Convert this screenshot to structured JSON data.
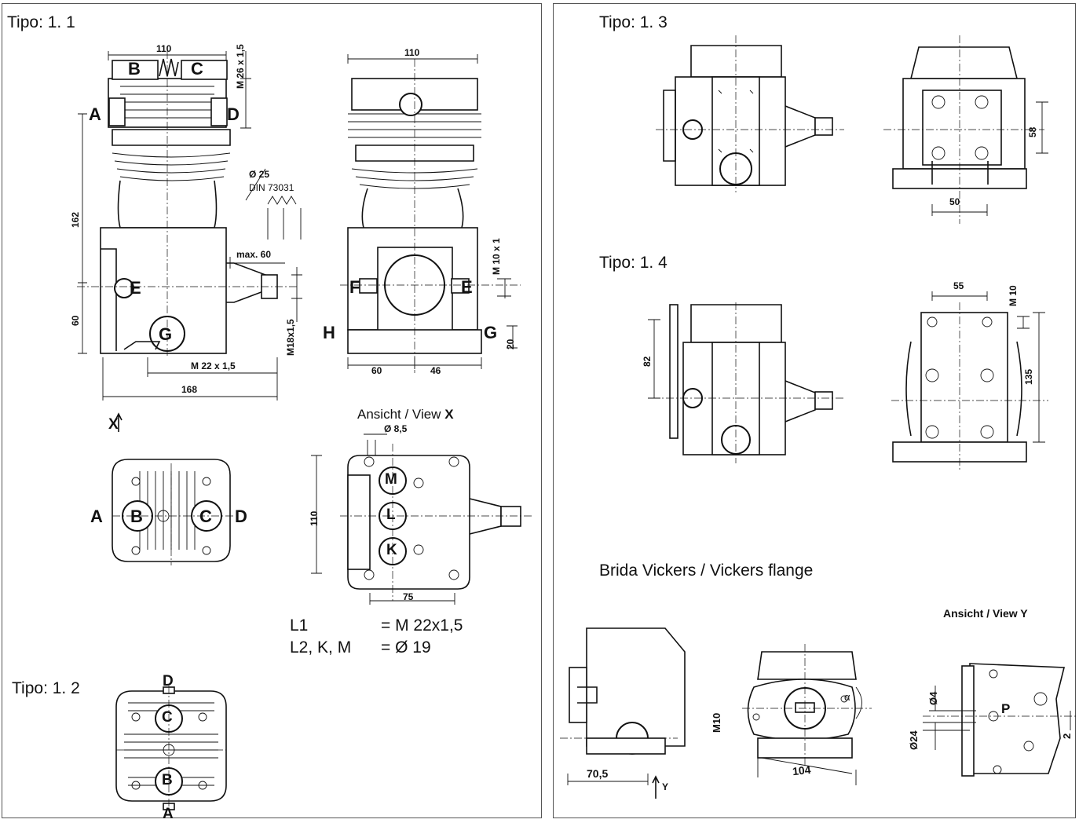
{
  "left_panel": {
    "tipo_1_1": "Tipo: 1. 1",
    "tipo_1_2": "Tipo: 1. 2",
    "dims": {
      "d110_top": "110",
      "m26": "M 26 x 1,5",
      "d162": "162",
      "d60": "60",
      "d168": "168",
      "m22": "M 22 x 1,5",
      "m18": "M18x1,5",
      "max60": "max. 60",
      "phi25": "Ø 25",
      "din": "DIN 73031",
      "d110_front": "110",
      "m10x1": "M 10 x 1",
      "d60b": "60",
      "d46": "46",
      "d20": "20",
      "view_x": "Ansicht / View",
      "view_x_letter": "X",
      "phi85": "Ø 8,5",
      "d110_x": "110",
      "d75": "75",
      "x_arrow": "X"
    },
    "ports": {
      "A": "A",
      "B": "B",
      "C": "C",
      "D": "D",
      "E": "E",
      "F": "F",
      "G": "G",
      "H": "H",
      "M": "M",
      "L": "L",
      "K": "K"
    },
    "notes": {
      "l1_key": "L1",
      "l1_val": "= M 22x1,5",
      "l2_key": "L2, K, M",
      "l2_val": "= Ø 19"
    }
  },
  "right_panel": {
    "tipo_1_3": "Tipo: 1. 3",
    "tipo_1_4": "Tipo: 1. 4",
    "brida": "Brida  Vickers  /  Vickers  flange",
    "view_y": "Ansicht / View Y",
    "dims": {
      "d58": "58",
      "d50": "50",
      "d55": "55",
      "m10": "M 10",
      "d82": "82",
      "d135": "135",
      "d70_5": "70,5",
      "y": "Y",
      "m10b": "M10",
      "d104": "104",
      "alpha": "α",
      "phi4": "Ø4",
      "phi24": "Ø24",
      "p": "P",
      "d2": "2"
    }
  }
}
